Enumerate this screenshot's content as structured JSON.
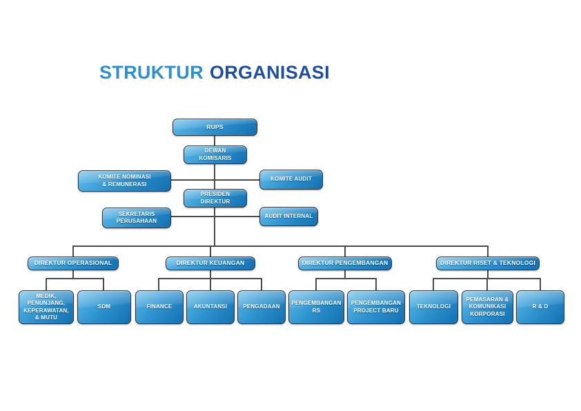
{
  "title": {
    "word1": "STRUKTUR",
    "word2": "ORGANISASI"
  },
  "colors": {
    "title_word1": "#2b90cd",
    "title_word2": "#1d4f9c",
    "box_light": "#5cb8e8",
    "box_mid": "#2d93cf",
    "box_dark": "#1470b2",
    "box_border": "#333333",
    "connector": "#4a4a4a"
  },
  "nodes": {
    "rups": {
      "label": "RUPS"
    },
    "dewan_komisaris": {
      "label": "DEWAN\nKOMISARIS"
    },
    "komite_nominasi": {
      "label": "KOMITE NOMINASI\n& REMUNERASI"
    },
    "komite_audit": {
      "label": "KOMITE AUDIT"
    },
    "presiden_direktur": {
      "label": "PRESIDEN\nDIREKTUR"
    },
    "sekretaris_perusahaan": {
      "label": "SEKRETARIS\nPERUSAHAAN"
    },
    "audit_internal": {
      "label": "AUDIT INTERNAL"
    },
    "direktur_operasional": {
      "label": "DIREKTUR OPERASIONAL"
    },
    "direktur_keuangan": {
      "label": "DIREKTUR KEUANGAN"
    },
    "direktur_pengembangan": {
      "label": "DIREKTUR PENGEMBANGAN"
    },
    "direktur_riset_teknologi": {
      "label": "DIREKTUR RISET & TEKNOLOGI"
    },
    "medik": {
      "label": "MEDIK,\nPENUNJANG,\nKEPERAWATAN,\n& MUTU"
    },
    "sdm": {
      "label": "SDM"
    },
    "finance": {
      "label": "FINANCE"
    },
    "akuntansi": {
      "label": "AKUNTANSI"
    },
    "pengadaan": {
      "label": "PENGADAAN"
    },
    "pengembangan_rs": {
      "label": "PENGEMBANGAN\nRS"
    },
    "pengembangan_project_baru": {
      "label": "PENGEMBANGAN\nPROJECT BARU"
    },
    "teknologi": {
      "label": "TEKNOLOGI"
    },
    "pemasaran_komunikasi": {
      "label": "PEMASARAN &\nKOMUNIKASI\nKORPORASI"
    },
    "rnd": {
      "label": "R & D"
    }
  }
}
